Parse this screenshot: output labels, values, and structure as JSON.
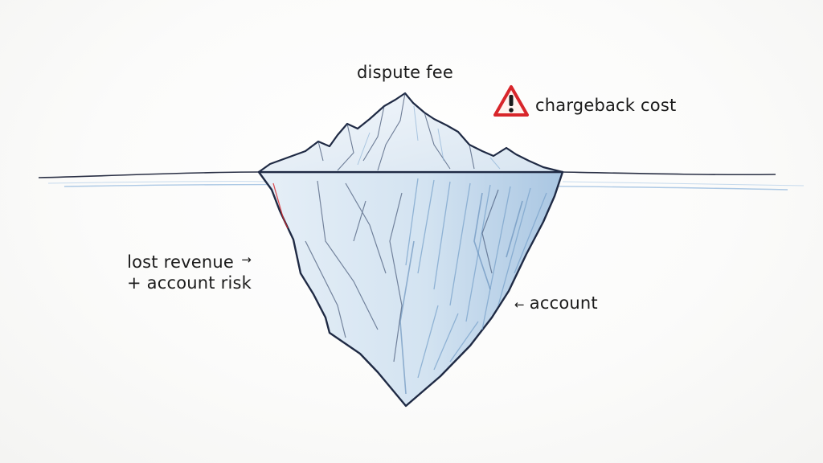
{
  "labels": {
    "tip": "dispute fee",
    "warning": "chargeback cost",
    "left_line1": "lost revenue",
    "left_line2": "+ account risk",
    "right": "account"
  },
  "icons": {
    "warning": "warning-triangle-icon",
    "left_arrow": "arrow-right-icon",
    "right_arrow": "arrow-left-icon"
  },
  "colors": {
    "ice_fill": "#dce9f4",
    "ice_shadow": "#8fb3d6",
    "outline": "#1f2a44",
    "water": "#9fc0e0",
    "warning_red": "#d8262b"
  }
}
